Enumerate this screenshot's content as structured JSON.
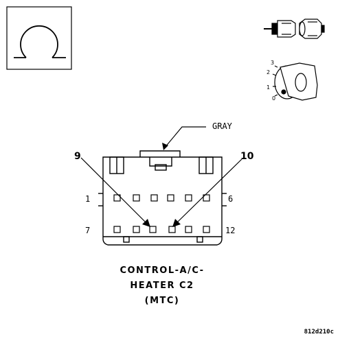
{
  "wire_color_label": "GRAY",
  "pin_callouts": {
    "left": "9",
    "right": "10"
  },
  "cavity_numbers": {
    "top_left": "1",
    "top_right": "6",
    "bottom_left": "7",
    "bottom_right": "12"
  },
  "ignition_positions": [
    "3",
    "2",
    "1",
    "0"
  ],
  "connector_name": {
    "line1": "CONTROL-A/C-",
    "line2": "HEATER C2",
    "line3": "(MTC)"
  },
  "figure_code": "812d210c",
  "icons": {
    "connector_type": "circle-connector-symbol-icon",
    "connector_view": "connector-disconnected-icon",
    "ignition": "ignition-key-icon"
  }
}
